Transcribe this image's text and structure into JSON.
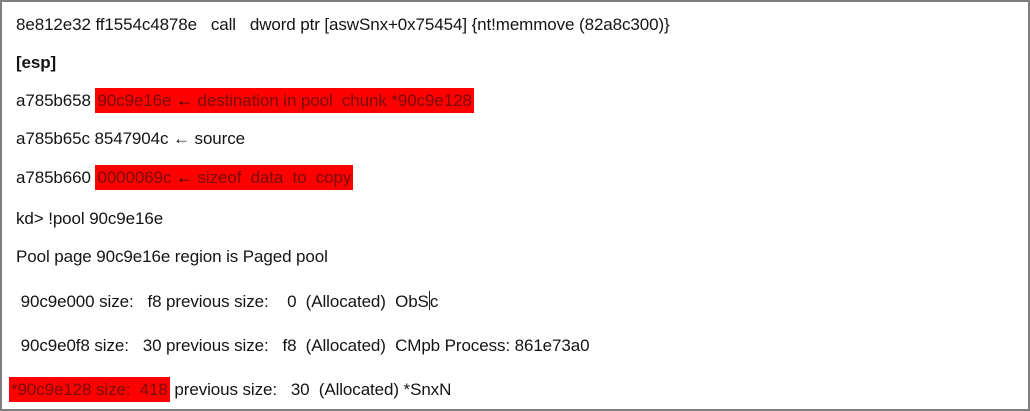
{
  "colors": {
    "highlight_bg": "#fe0000",
    "highlight_text": "#7a0c0c",
    "body_text": "#141414",
    "page_border": "#7f7f7f"
  },
  "content": {
    "disasm_line": "8e812e32 ff1554c4878e   call   dword ptr [aswSnx+0x75454] {nt!memmove (82a8c300)}",
    "esp_header": "[esp]",
    "stack_destination": {
      "address": "a785b658 ",
      "highlighted_value": "90c9e16e ",
      "arrow": "←",
      "highlighted_note": " destination in pool  chunk *90c9e128"
    },
    "stack_source": {
      "address_value": "a785b65c 8547904c ",
      "arrow": "←",
      "note": " source"
    },
    "stack_size": {
      "address": "a785b660 ",
      "highlighted_value": "0000069c ",
      "arrow": "←",
      "highlighted_note": " sizeof  data  to  copy"
    },
    "kd_command": "kd> !pool 90c9e16e",
    "pool_page_info": "Pool page 90c9e16e region is Paged pool",
    "pool_chunk_1": {
      "before_caret": " 90c9e000 size:   f8 previous size:    0  (Allocated)  ObS",
      "after_caret": "c"
    },
    "pool_chunk_2": " 90c9e0f8 size:   30 previous size:   f8  (Allocated)  CMpb Process: 861e73a0",
    "pool_chunk_3": {
      "highlighted": "*90c9e128 size:  418",
      "rest": " previous size:   30  (Allocated) *SnxN"
    }
  }
}
